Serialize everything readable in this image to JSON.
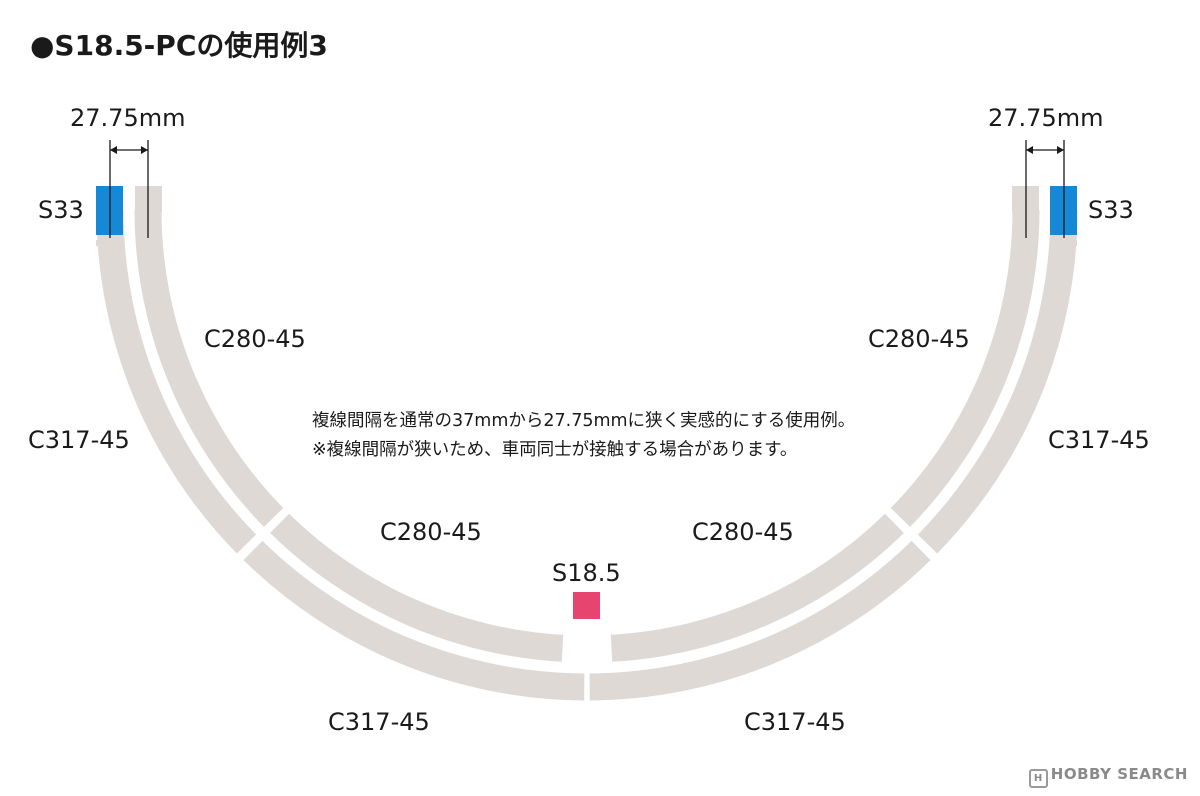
{
  "title": "●S18.5-PCの使用例3",
  "colors": {
    "track": "#ded9d5",
    "s33": "#1589d6",
    "s185": "#e5456f",
    "text": "#1a1a1a"
  },
  "labels": {
    "dim_left": "27.75mm",
    "dim_right": "27.75mm",
    "s33_left": "S33",
    "s33_right": "S33",
    "c280_upper_left": "C280-45",
    "c280_upper_right": "C280-45",
    "c280_lower_left": "C280-45",
    "c280_lower_right": "C280-45",
    "c317_upper_left": "C317-45",
    "c317_upper_right": "C317-45",
    "c317_lower_left": "C317-45",
    "c317_lower_right": "C317-45",
    "s185": "S18.5"
  },
  "note": {
    "line1": "複線間隔を通常の37mmから27.75mmに狭く実感的にする使用例。",
    "line2": "※複線間隔が狭いため、車両同士が接触する場合があります。"
  },
  "watermark": "HOBBY SEARCH"
}
